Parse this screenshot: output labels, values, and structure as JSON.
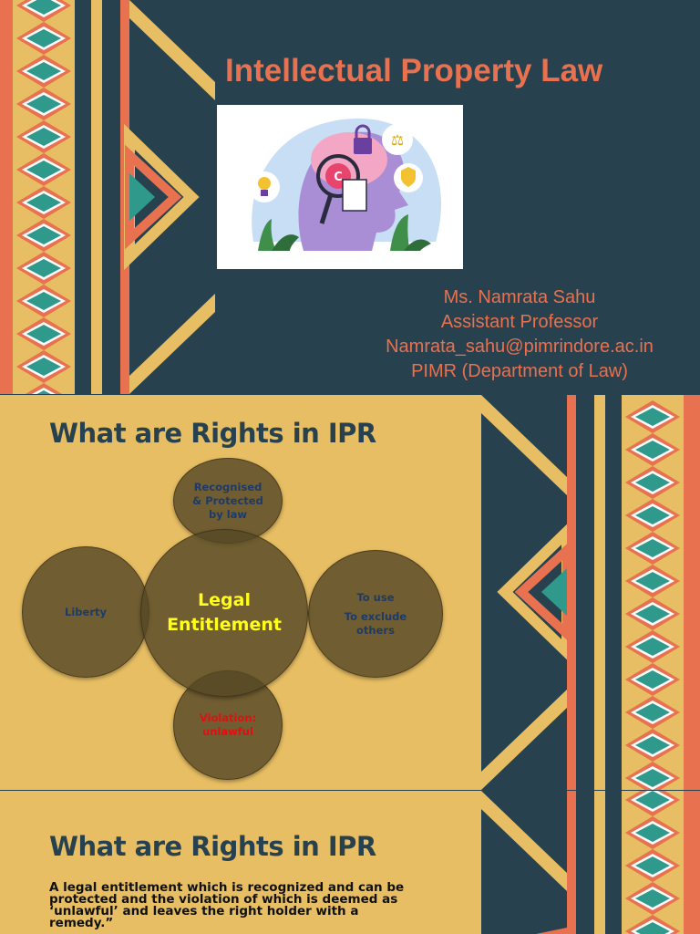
{
  "slide1": {
    "title": "Intellectual Property Law",
    "info_lines": [
      "Ms. Namrata Sahu",
      "Assistant Professor",
      "Namrata_sahu@pimrindore.ac.in",
      "PIMR (Department of Law)"
    ],
    "hero_image": "brain-copyright-illustration"
  },
  "slide2": {
    "title": "What are Rights in IPR",
    "center": [
      "Legal",
      "Entitlement"
    ],
    "top": [
      "Recognised",
      "& Protected",
      "by law"
    ],
    "left": [
      "Liberty"
    ],
    "right": [
      "To use",
      "To exclude",
      "others"
    ],
    "bottom": [
      "Violation:",
      "unlawful"
    ]
  },
  "slide3": {
    "title": "What are Rights in IPR",
    "body": "A legal entitlement which is recognized and can be protected and the violation of which is deemed as ‘unlawful’ and leaves the right holder with a remedy.”"
  },
  "colors": {
    "navy": "#27414f",
    "gold": "#e7be63",
    "coral": "#e8714f",
    "teal": "#2f9a8c"
  }
}
